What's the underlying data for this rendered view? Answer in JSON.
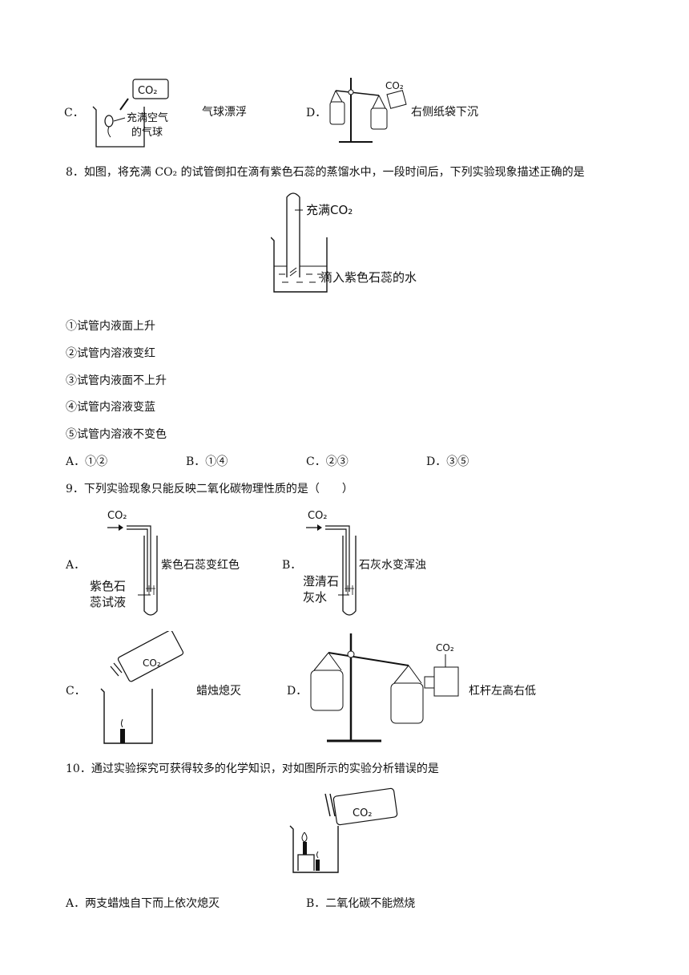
{
  "q7": {
    "C": {
      "letter": "C．",
      "result": "气球漂浮",
      "fig_gas": "CO₂",
      "fig_label_1": "充满空气",
      "fig_label_2": "的气球"
    },
    "D": {
      "letter": "D．",
      "result": "右侧纸袋下沉",
      "fig_gas": "CO₂"
    }
  },
  "q8": {
    "stem": "8．如图，将充满 CO₂ 的试管倒扣在滴有紫色石蕊的蒸馏水中，一段时间后，下列实验现象描述正确的是",
    "fig_label_top": "充满CO₂",
    "fig_label_bottom": "滴入紫色石蕊的水",
    "statements": [
      "①试管内液面上升",
      "②试管内溶液变红",
      "③试管内液面不上升",
      "④试管内溶液变蓝",
      "⑤试管内溶液不变色"
    ],
    "options": [
      "A．①②",
      "B．①④",
      "C．②③",
      "D．③⑤"
    ]
  },
  "q9": {
    "stem": "9．下列实验现象只能反映二氧化碳物理性质的是（　　）",
    "A": {
      "letter": "A．",
      "result": "紫色石蕊变红色",
      "fig_gas": "CO₂",
      "fig_label_1": "紫色石",
      "fig_label_2": "蕊试液"
    },
    "B": {
      "letter": "B．",
      "result": "石灰水变浑浊",
      "fig_gas": "CO₂",
      "fig_label_1": "澄清石",
      "fig_label_2": "灰水"
    },
    "C": {
      "letter": "C．",
      "result": "蜡烛熄灭",
      "fig_gas": "CO₂"
    },
    "D": {
      "letter": "D．",
      "result": "杠杆左高右低",
      "fig_gas": "CO₂"
    }
  },
  "q10": {
    "stem": "10．通过实验探究可获得较多的化学知识，对如图所示的实验分析错误的是",
    "fig_gas": "CO₂",
    "options": [
      "A．两支蜡烛自下而上依次熄灭",
      "B．二氧化碳不能燃烧"
    ]
  }
}
